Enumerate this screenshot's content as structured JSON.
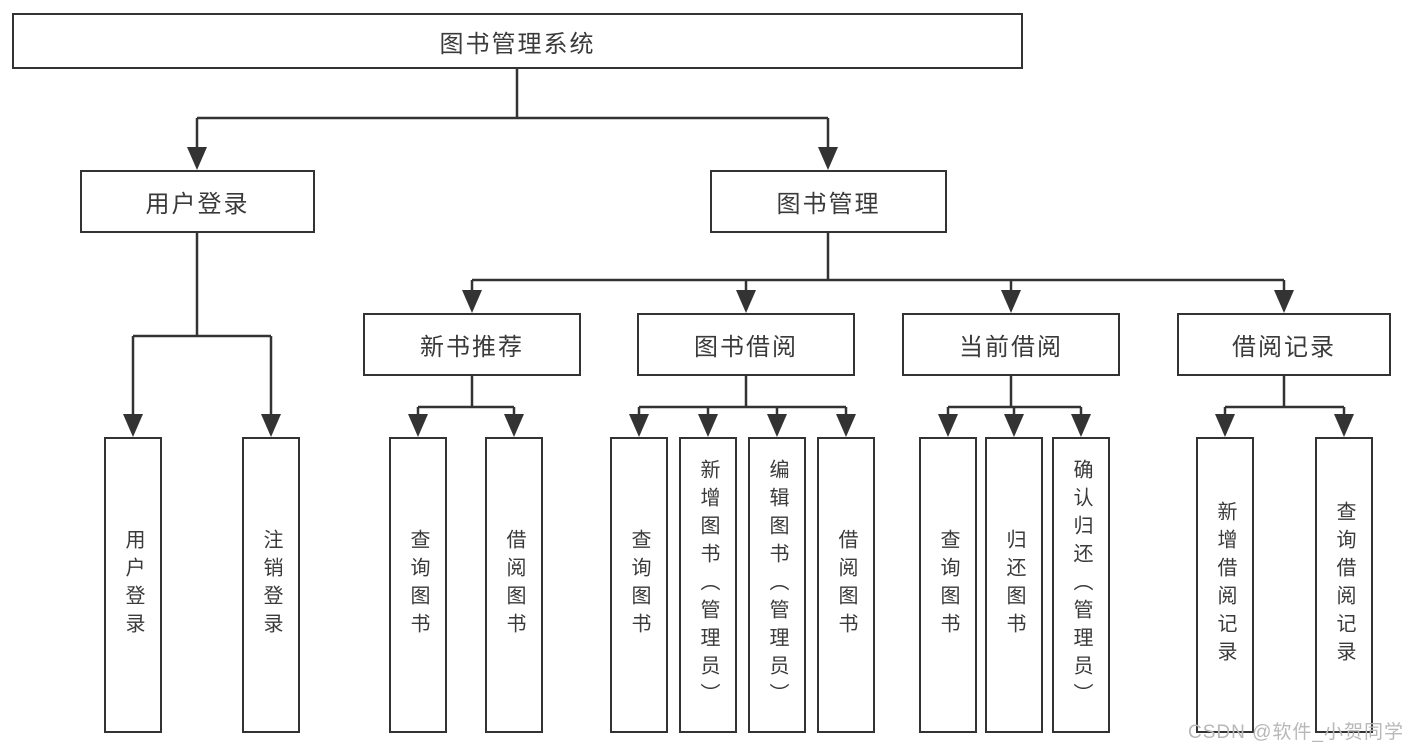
{
  "diagram": {
    "root": "图书管理系统",
    "level2": [
      "用户登录",
      "图书管理"
    ],
    "level3": [
      "新书推荐",
      "图书借阅",
      "当前借阅",
      "借阅记录"
    ],
    "leaves": [
      "用户登录",
      "注销登录",
      "查询图书",
      "借阅图书",
      "查询图书",
      "新增图书（管理员）",
      "编辑图书（管理员）",
      "借阅图书",
      "查询图书",
      "归还图书",
      "确认归还（管理员）",
      "新增借阅记录",
      "查询借阅记录"
    ]
  },
  "watermark": {
    "text": "CSDN @软件_小贺同学"
  },
  "colors": {
    "line": "#333333",
    "text": "#3a3a3a",
    "box_background": "#ffffff",
    "watermark": "#b8b8b8",
    "background": "#ffffff"
  }
}
